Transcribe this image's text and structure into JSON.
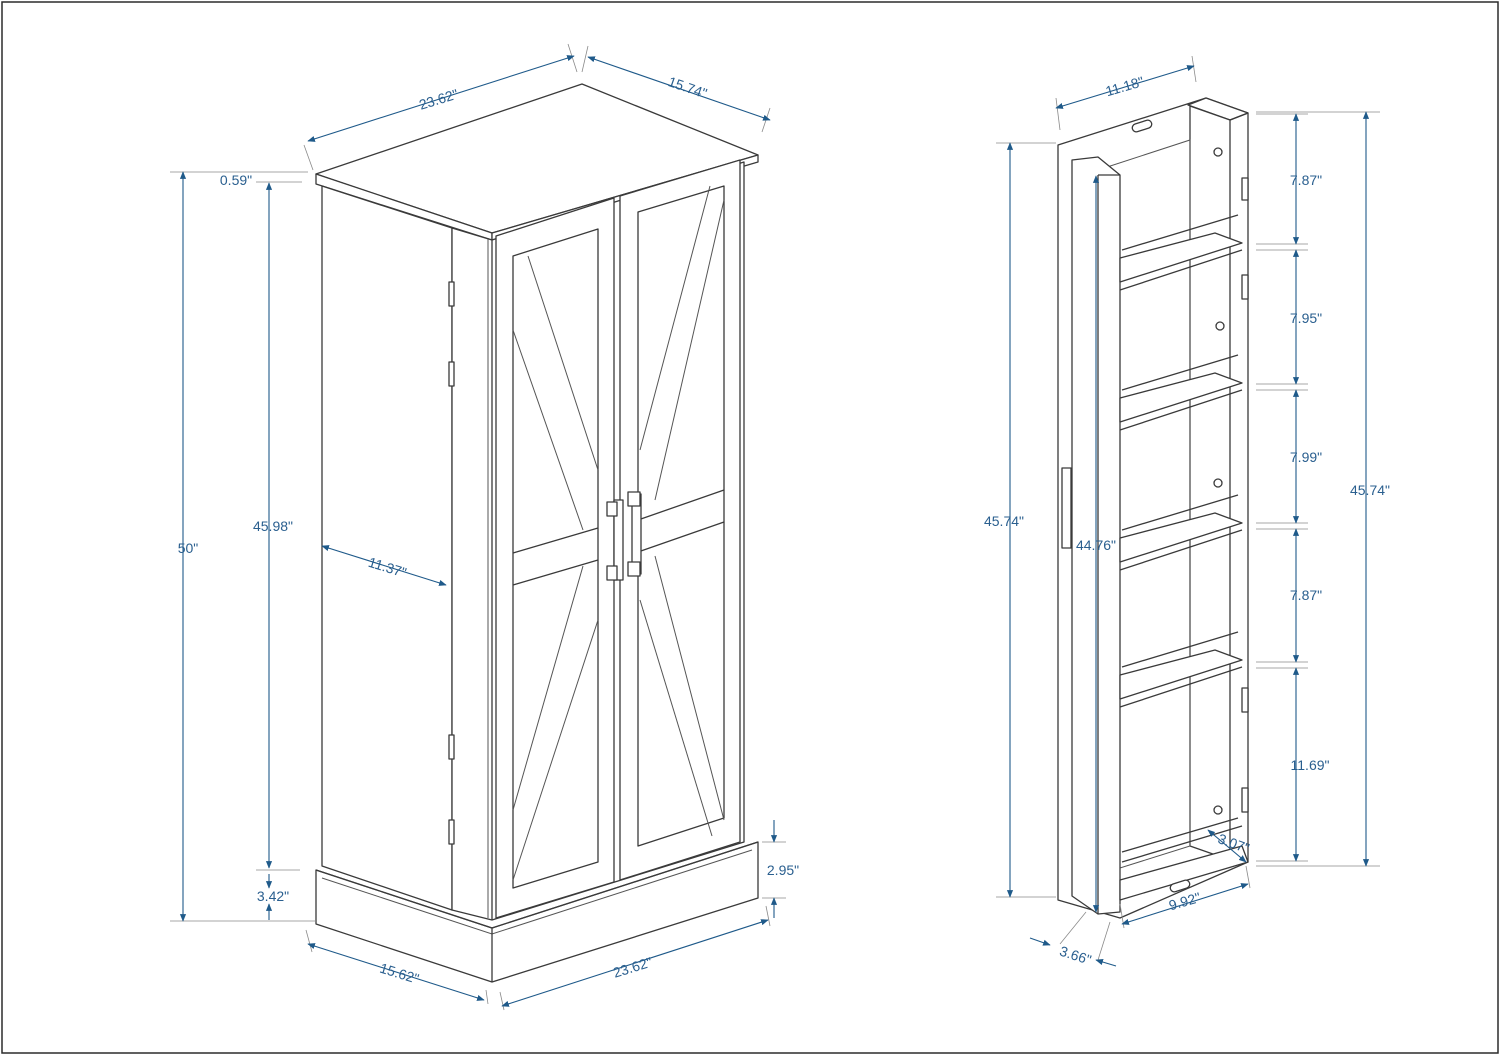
{
  "colors": {
    "dimension": "#1f5a8a",
    "outline": "#3a3a3a",
    "background": "#ffffff"
  },
  "cabinet": {
    "top_width": "23.62\"",
    "top_depth": "15.74\"",
    "top_thickness": "0.59\"",
    "total_height": "50\"",
    "body_height": "45.98\"",
    "base_height": "3.42\"",
    "side_door_width": "11.37\"",
    "plinth_height": "2.95\"",
    "base_depth": "15.62\"",
    "base_width": "23.62\""
  },
  "door": {
    "door_width": "11.18\"",
    "door_height_outer": "45.74\"",
    "door_height_inner": "44.76\"",
    "door_height_right": "45.74\"",
    "shelf_gaps": [
      "7.87\"",
      "7.95\"",
      "7.99\"",
      "7.87\"",
      "11.69\""
    ],
    "rail_offset": "3.07\"",
    "rack_width": "9.92\"",
    "rack_depth": "3.66\""
  }
}
